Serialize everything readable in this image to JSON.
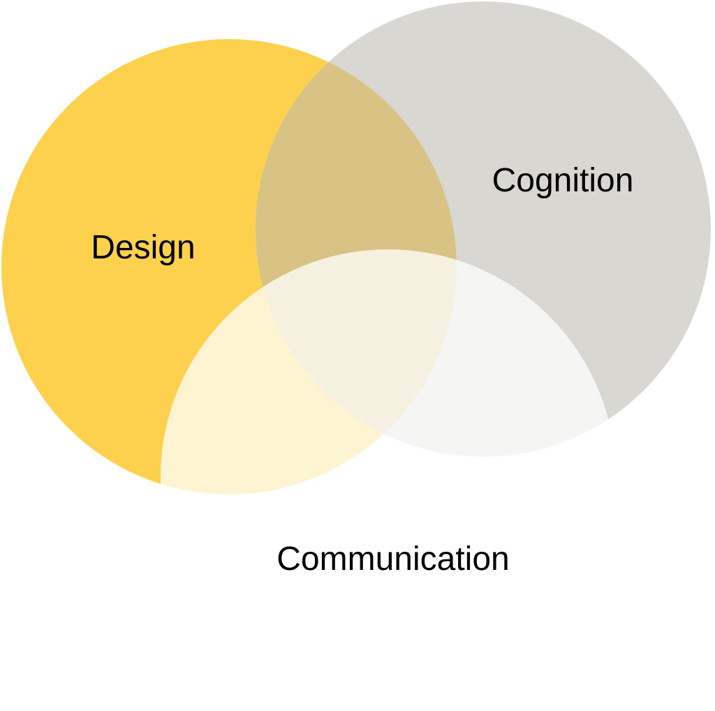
{
  "diagram": {
    "type": "venn",
    "sets": [
      {
        "label": "Design",
        "color": "#FDD14D"
      },
      {
        "label": "Cognition",
        "color": "#D8D7D2"
      },
      {
        "label": "Communication",
        "color": "#FFFFFF"
      }
    ],
    "overlap_design_cognition_color": "#D8C384"
  }
}
